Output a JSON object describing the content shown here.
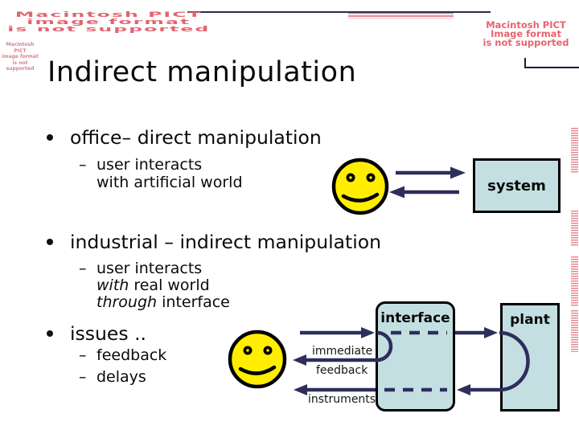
{
  "colors": {
    "navy": "#2e2e5c",
    "box_fill": "#c4dfe1",
    "smiley_yellow": "#ffee00",
    "pict_red": "#e8636f"
  },
  "artifacts": {
    "pict_stretched": "Macintosh PICT\nimage format\nis not supported",
    "pict_tiny": "Macintosh PICT\nimage format\nis not supported",
    "pict_right": "Macintosh PICT\nImage format\nis not supported"
  },
  "title": "Indirect manipulation",
  "content": {
    "bullet1": {
      "marker": "•",
      "text": "office– direct manipulation"
    },
    "sub1": {
      "marker": "–",
      "line1": "user interacts",
      "line2": "with artificial world"
    },
    "bullet2": {
      "marker": "•",
      "text": "industrial – indirect manipulation"
    },
    "sub2": {
      "marker": "–",
      "line1": "user interacts",
      "line2_italic": "with",
      "line2_rest": " real world",
      "line3_italic": "through",
      "line3_rest": " interface"
    },
    "bullet3": {
      "marker": "•",
      "text": "issues .."
    },
    "sub3a": {
      "marker": "–",
      "text": "feedback"
    },
    "sub3b": {
      "marker": "–",
      "text": "delays"
    }
  },
  "diagram_top": {
    "system": "system"
  },
  "diagram_bottom": {
    "interface": "interface",
    "plant": "plant",
    "label_immediate": "immediate",
    "label_feedback": "feedback",
    "label_instruments": "instruments"
  }
}
